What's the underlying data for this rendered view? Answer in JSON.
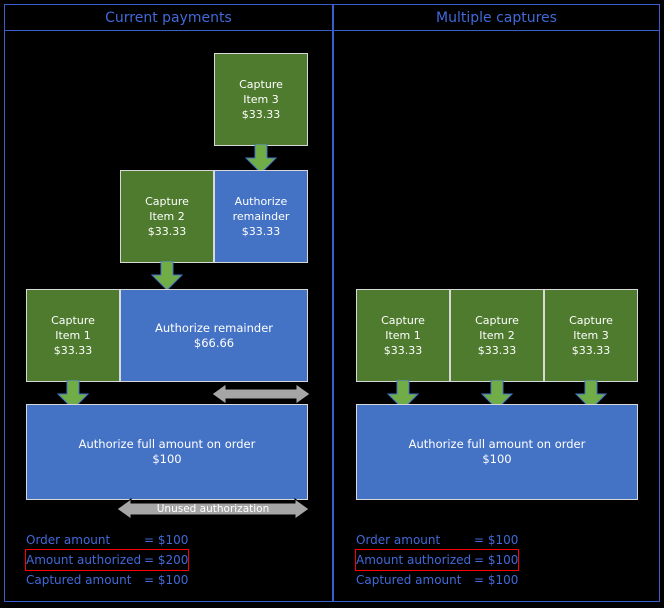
{
  "panels": [
    {
      "id": "current-payments",
      "title": "Current payments",
      "boxes": [
        {
          "name": "capture-item-3",
          "type": "green",
          "lines": [
            "Capture",
            "Item 3",
            "$33.33"
          ]
        },
        {
          "name": "capture-item-2",
          "type": "green",
          "lines": [
            "Capture",
            "Item 2",
            "$33.33"
          ]
        },
        {
          "name": "authorize-remainder-33",
          "type": "blue",
          "lines": [
            "Authorize",
            "remainder",
            "$33.33"
          ]
        },
        {
          "name": "capture-item-1",
          "type": "green",
          "lines": [
            "Capture",
            "Item 1",
            "$33.33"
          ]
        },
        {
          "name": "authorize-remainder-66",
          "type": "blue",
          "lines": [
            "Authorize remainder",
            "$66.66"
          ]
        },
        {
          "name": "authorize-full-amount",
          "type": "blue",
          "lines": [
            "Authorize full amount on order",
            "$100"
          ]
        }
      ],
      "unused_label": "Unused authorization",
      "legend": [
        {
          "name": "Order amount",
          "value": "= $100",
          "highlight": false
        },
        {
          "name": "Amount authorized",
          "value": "= $200",
          "highlight": true
        },
        {
          "name": "Captured amount",
          "value": "= $100",
          "highlight": false
        }
      ]
    },
    {
      "id": "multiple-captures",
      "title": "Multiple captures",
      "boxes": [
        {
          "name": "capture-item-1",
          "type": "green",
          "lines": [
            "Capture",
            "Item 1",
            "$33.33"
          ]
        },
        {
          "name": "capture-item-2",
          "type": "green",
          "lines": [
            "Capture",
            "Item 2",
            "$33.33"
          ]
        },
        {
          "name": "capture-item-3",
          "type": "green",
          "lines": [
            "Capture",
            "Item 3",
            "$33.33"
          ]
        },
        {
          "name": "authorize-full-amount",
          "type": "blue",
          "lines": [
            "Authorize full amount on order",
            "$100"
          ]
        }
      ],
      "legend": [
        {
          "name": "Order amount",
          "value": "= $100",
          "highlight": false
        },
        {
          "name": "Amount authorized",
          "value": "= $100",
          "highlight": true
        },
        {
          "name": "Captured amount",
          "value": "= $100",
          "highlight": false
        }
      ]
    }
  ],
  "left": {
    "title": "Current payments",
    "box_capture3_l1": "Capture",
    "box_capture3_l2": "Item 3",
    "box_capture3_l3": "$33.33",
    "box_capture2_l1": "Capture",
    "box_capture2_l2": "Item 2",
    "box_capture2_l3": "$33.33",
    "box_auth33_l1": "Authorize",
    "box_auth33_l2": "remainder",
    "box_auth33_l3": "$33.33",
    "box_capture1_l1": "Capture",
    "box_capture1_l2": "Item 1",
    "box_capture1_l3": "$33.33",
    "box_auth66_l1": "Authorize remainder",
    "box_auth66_l2": "$66.66",
    "box_full_l1": "Authorize full amount on order",
    "box_full_l2": "$100",
    "unused_label": "Unused authorization",
    "legend_1_name": "Order amount",
    "legend_1_value": "= $100",
    "legend_2_name": "Amount authorized",
    "legend_2_value": "= $200",
    "legend_3_name": "Captured amount",
    "legend_3_value": "= $100"
  },
  "right": {
    "title": "Multiple captures",
    "box_capture1_l1": "Capture",
    "box_capture1_l2": "Item 1",
    "box_capture1_l3": "$33.33",
    "box_capture2_l1": "Capture",
    "box_capture2_l2": "Item 2",
    "box_capture2_l3": "$33.33",
    "box_capture3_l1": "Capture",
    "box_capture3_l2": "Item 3",
    "box_capture3_l3": "$33.33",
    "box_full_l1": "Authorize full amount on order",
    "box_full_l2": "$100",
    "legend_1_name": "Order amount",
    "legend_1_value": "= $100",
    "legend_2_name": "Amount authorized",
    "legend_2_value": "= $100",
    "legend_3_name": "Captured amount",
    "legend_3_value": "= $100"
  },
  "colors": {
    "capture_green": "#4e7b2e",
    "authorize_blue": "#4472c4",
    "arrow_green": "#70ad47",
    "arrow_grey": "#a6a6a6",
    "panel_border": "#3a5fcd",
    "text_blue": "#4169d8",
    "highlight_red": "#ff0000",
    "background": "#000000"
  }
}
